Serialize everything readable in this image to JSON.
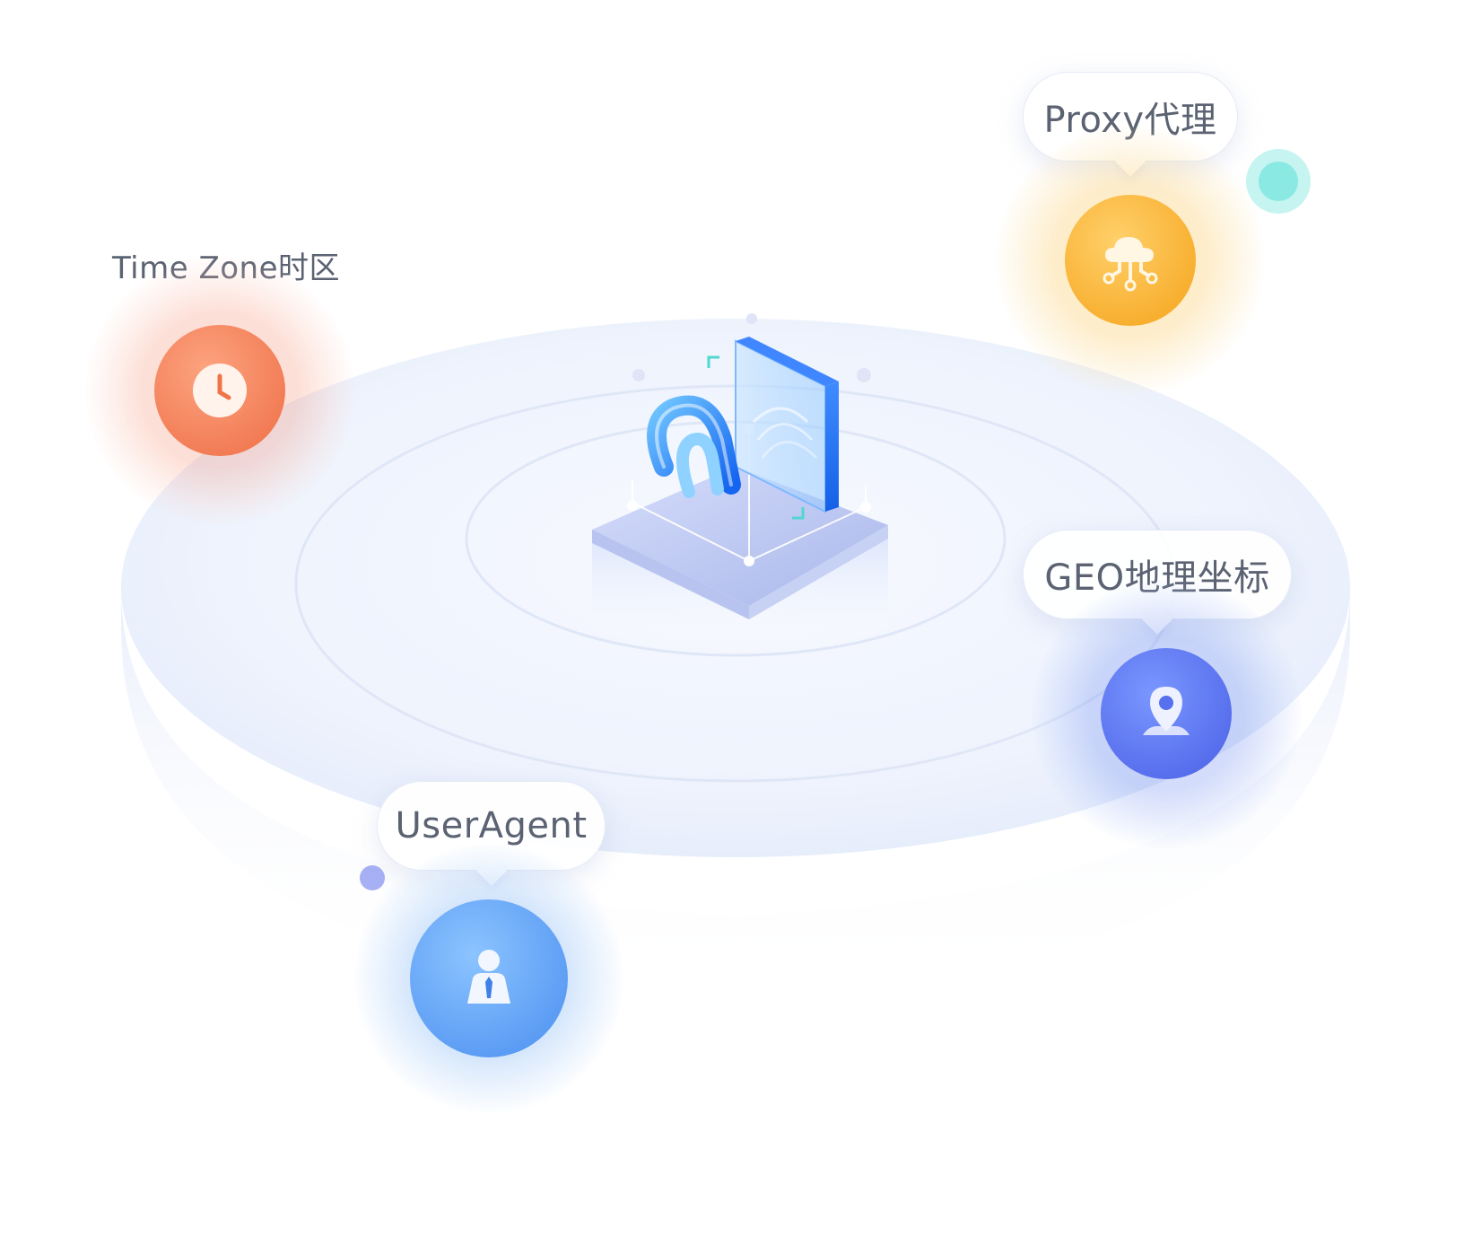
{
  "labels": {
    "time_zone": "Time Zone时区",
    "proxy": "Proxy代理",
    "geo": "GEO地理坐标",
    "user_agent": "UserAgent"
  },
  "icons": {
    "time_zone": "clock-icon",
    "proxy": "cloud-network-icon",
    "geo": "location-pin-icon",
    "user_agent": "user-icon",
    "center": "fingerprint-icon"
  },
  "colors": {
    "time_zone": "#f0744a",
    "proxy": "#f7a91f",
    "geo": "#5a74ee",
    "user_agent": "#5aa0f5",
    "platform": "#c9d2f5",
    "fingerprint": "#1e7ff0"
  }
}
